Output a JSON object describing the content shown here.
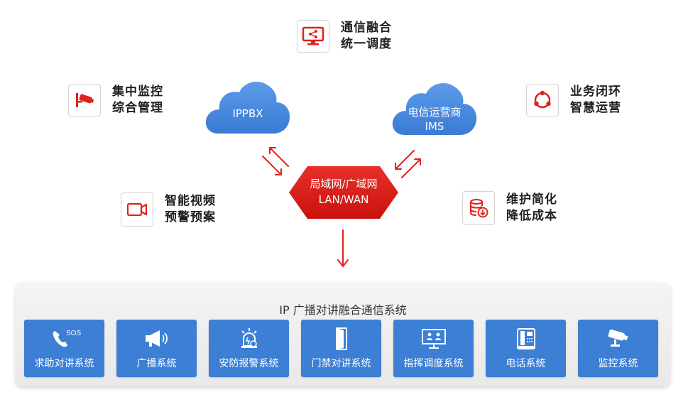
{
  "features": {
    "comm": {
      "line1": "通信融合",
      "line2": "统一调度",
      "icon": "monitor-share-icon"
    },
    "monitor": {
      "line1": "集中监控",
      "line2": "综合管理",
      "icon": "cctv-camera-icon"
    },
    "business": {
      "line1": "业务闭环",
      "line2": "智慧运营",
      "icon": "cycle-icon"
    },
    "video": {
      "line1": "智能视频",
      "line2": "预警预案",
      "icon": "video-camera-icon"
    },
    "maintain": {
      "line1": "维护简化",
      "line2": "降低成本",
      "icon": "database-download-icon"
    }
  },
  "clouds": {
    "ippbx": {
      "line1": "IPPBX"
    },
    "ims": {
      "line1": "电信运营商",
      "line2": "IMS"
    }
  },
  "hub": {
    "line1": "局域网/广域网",
    "line2": "LAN/WAN"
  },
  "panel": {
    "title": "IP 广播对讲融合通信系统",
    "systems": [
      {
        "label": "求助对讲系统",
        "icon": "sos-phone-icon",
        "badge": "SOS"
      },
      {
        "label": "广播系统",
        "icon": "megaphone-icon"
      },
      {
        "label": "安防报警系统",
        "icon": "alarm-icon"
      },
      {
        "label": "门禁对讲系统",
        "icon": "door-icon"
      },
      {
        "label": "指挥调度系统",
        "icon": "dispatch-screen-icon"
      },
      {
        "label": "电话系统",
        "icon": "desk-phone-icon"
      },
      {
        "label": "监控系统",
        "icon": "cctv-camera-icon"
      }
    ]
  },
  "colors": {
    "accent": "#e0211c",
    "blue": "#3c7fd4",
    "cloud": "#4a8ae0"
  }
}
